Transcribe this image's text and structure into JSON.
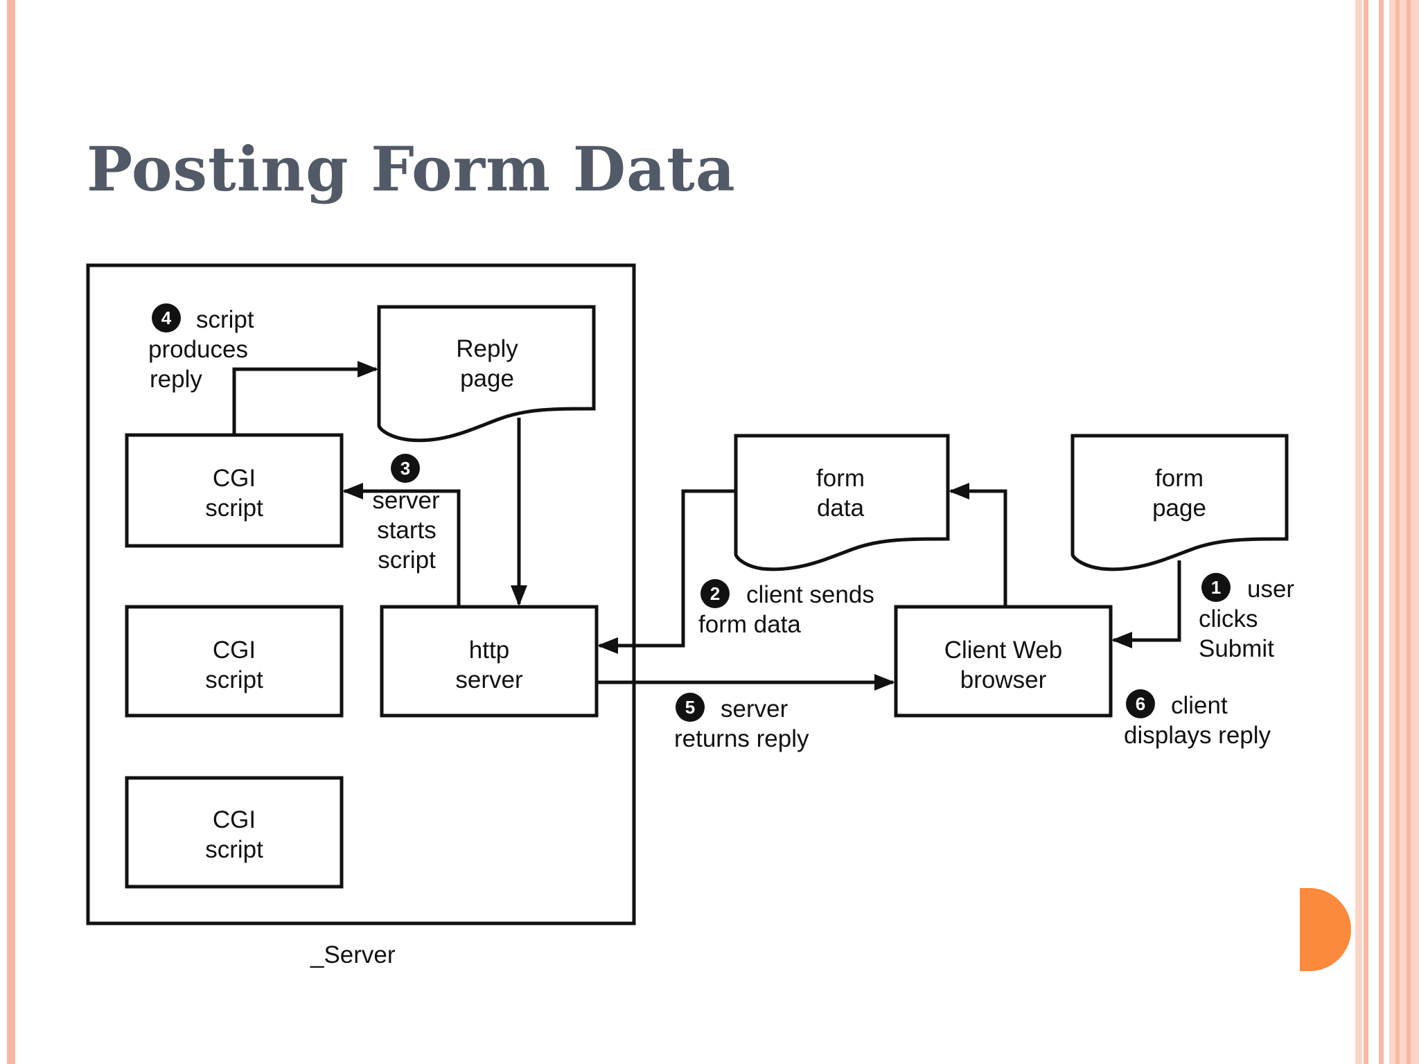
{
  "slide": {
    "title": "Posting Form Data",
    "colors": {
      "title": "#525967",
      "border_stripe": "#f7b8a4",
      "right_stripe_light": "#fcd5c6",
      "accent_orange": "#fb8a3c"
    }
  },
  "diagram": {
    "nodes": {
      "cgi_script_1": {
        "line1": "CGI",
        "line2": "script"
      },
      "cgi_script_2": {
        "line1": "CGI",
        "line2": "script"
      },
      "cgi_script_3": {
        "line1": "CGI",
        "line2": "script"
      },
      "reply_page": {
        "line1": "Reply",
        "line2": "page"
      },
      "http_server": {
        "line1": "http",
        "line2": "server"
      },
      "form_data": {
        "line1": "form",
        "line2": "data"
      },
      "form_page": {
        "line1": "form",
        "line2": "page"
      },
      "client_browser": {
        "line1": "Client Web",
        "line2": "browser"
      },
      "server_container": {
        "label": "_Server"
      }
    },
    "steps": [
      {
        "number": "1",
        "line1": "user",
        "line2": "clicks",
        "line3": "Submit"
      },
      {
        "number": "2",
        "line1": "client sends",
        "line2": "form data"
      },
      {
        "number": "3",
        "line1": "server",
        "line2": "starts",
        "line3": "script"
      },
      {
        "number": "4",
        "line1": "script",
        "line2": "produces",
        "line3": "reply"
      },
      {
        "number": "5",
        "line1": "server",
        "line2": "returns reply"
      },
      {
        "number": "6",
        "line1": "client",
        "line2": "displays reply"
      }
    ]
  }
}
